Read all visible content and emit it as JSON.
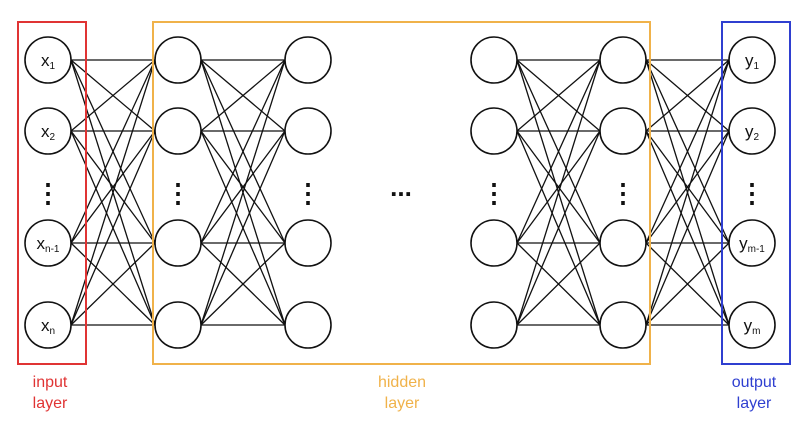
{
  "colors": {
    "input": "#e03434",
    "hidden": "#f0b24a",
    "output": "#2f3fd0",
    "line": "#111111"
  },
  "labels": {
    "input_line1": "input",
    "input_line2": "layer",
    "hidden_line1": "hidden",
    "hidden_line2": "layer",
    "output_line1": "output",
    "output_line2": "layer",
    "hidden_gap": "..."
  },
  "input_nodes": [
    {
      "base": "x",
      "sub": "1"
    },
    {
      "base": "x",
      "sub": "2"
    },
    {
      "base": "x",
      "sub": "n-1"
    },
    {
      "base": "x",
      "sub": "n"
    }
  ],
  "output_nodes": [
    {
      "base": "y",
      "sub": "1"
    },
    {
      "base": "y",
      "sub": "2"
    },
    {
      "base": "y",
      "sub": "m-1"
    },
    {
      "base": "y",
      "sub": "m"
    }
  ],
  "vertical_ellipsis": "⋮"
}
